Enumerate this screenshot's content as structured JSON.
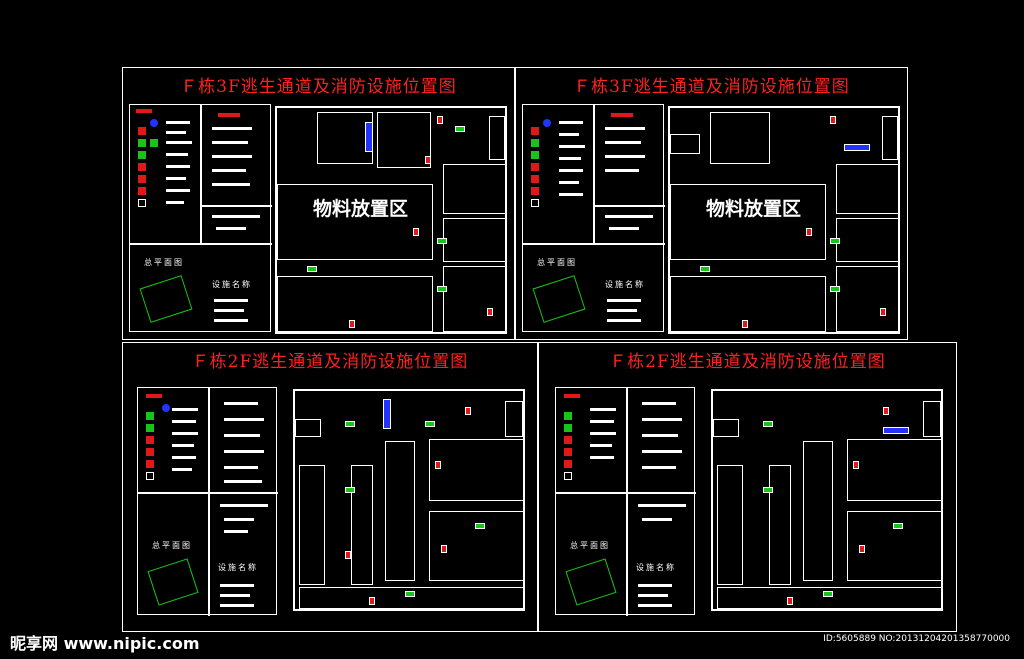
{
  "sheets": [
    {
      "title": "Ｆ栋3F逃生通道及消防设施位置图",
      "zone": "物料放置区",
      "plan_label": "总平面图",
      "legend_label": "设施名称"
    },
    {
      "title": "Ｆ栋3F逃生通道及消防设施位置图",
      "zone": "物料放置区",
      "plan_label": "总平面图",
      "legend_label": "设施名称"
    },
    {
      "title": "Ｆ栋2F逃生通道及消防设施位置图",
      "plan_label": "总平面图",
      "legend_label": "设施名称"
    },
    {
      "title": "Ｆ栋2F逃生通道及消防设施位置图",
      "plan_label": "总平面图",
      "legend_label": "设施名称"
    }
  ],
  "watermark": {
    "site": "昵享网 www.nipic.com",
    "id": "ID:5605889 NO:20131204201358770000"
  },
  "colors": {
    "title": "#ff2020",
    "exit": "#19c419",
    "fire": "#e01818",
    "stair": "#2233ff"
  }
}
